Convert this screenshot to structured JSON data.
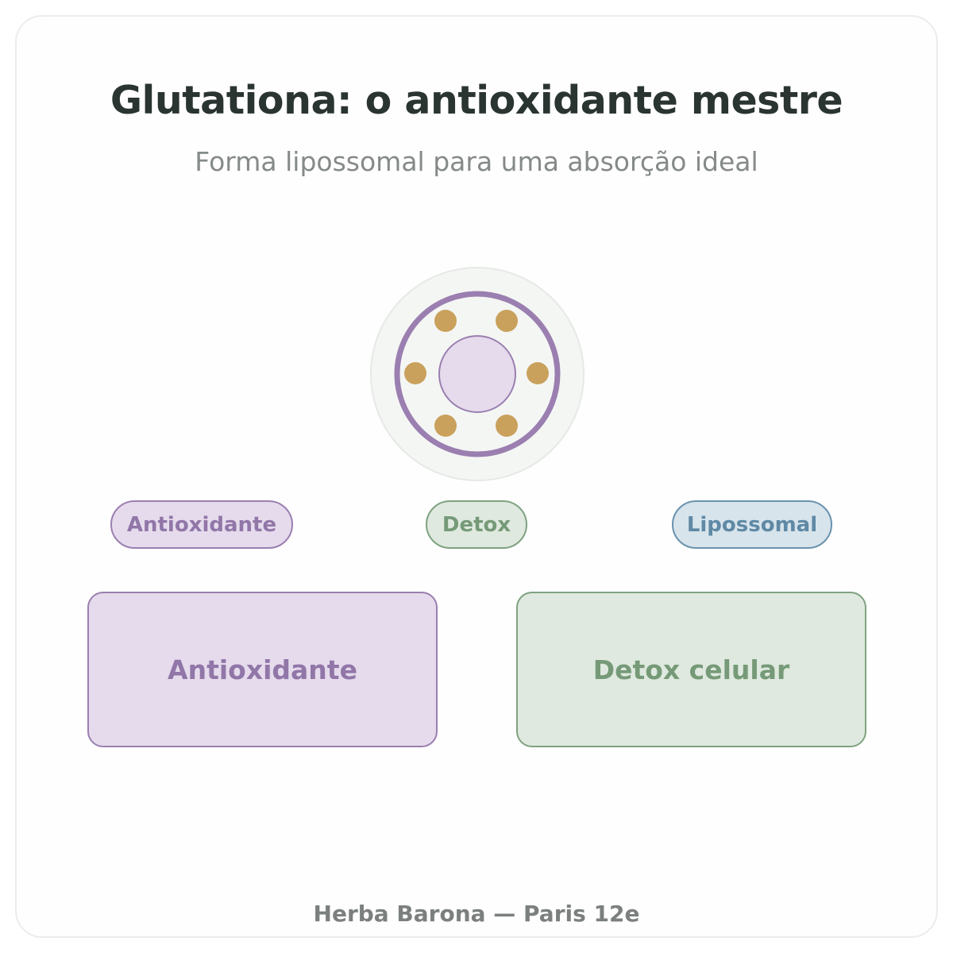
{
  "header": {
    "title": "Glutationa: o antioxidante mestre",
    "subtitle": "Forma lipossomal para uma absorção ideal"
  },
  "molecule": {
    "icon": "liposome-icon",
    "colors": {
      "outer_disc": "#f4f6f4",
      "membrane": "#9b7fb0",
      "core": "#e5dbec",
      "particles": "#c9a15c"
    }
  },
  "tags": [
    {
      "label": "Antioxidante",
      "color": "#9176a8"
    },
    {
      "label": "Detox",
      "color": "#769a78"
    },
    {
      "label": "Lipossomal",
      "color": "#5f89a5"
    }
  ],
  "benefits": [
    {
      "label": "Antioxidante",
      "color": "#9176a8"
    },
    {
      "label": "Detox celular",
      "color": "#769a78"
    }
  ],
  "footer": {
    "text": "Herba Barona — Paris 12e"
  }
}
